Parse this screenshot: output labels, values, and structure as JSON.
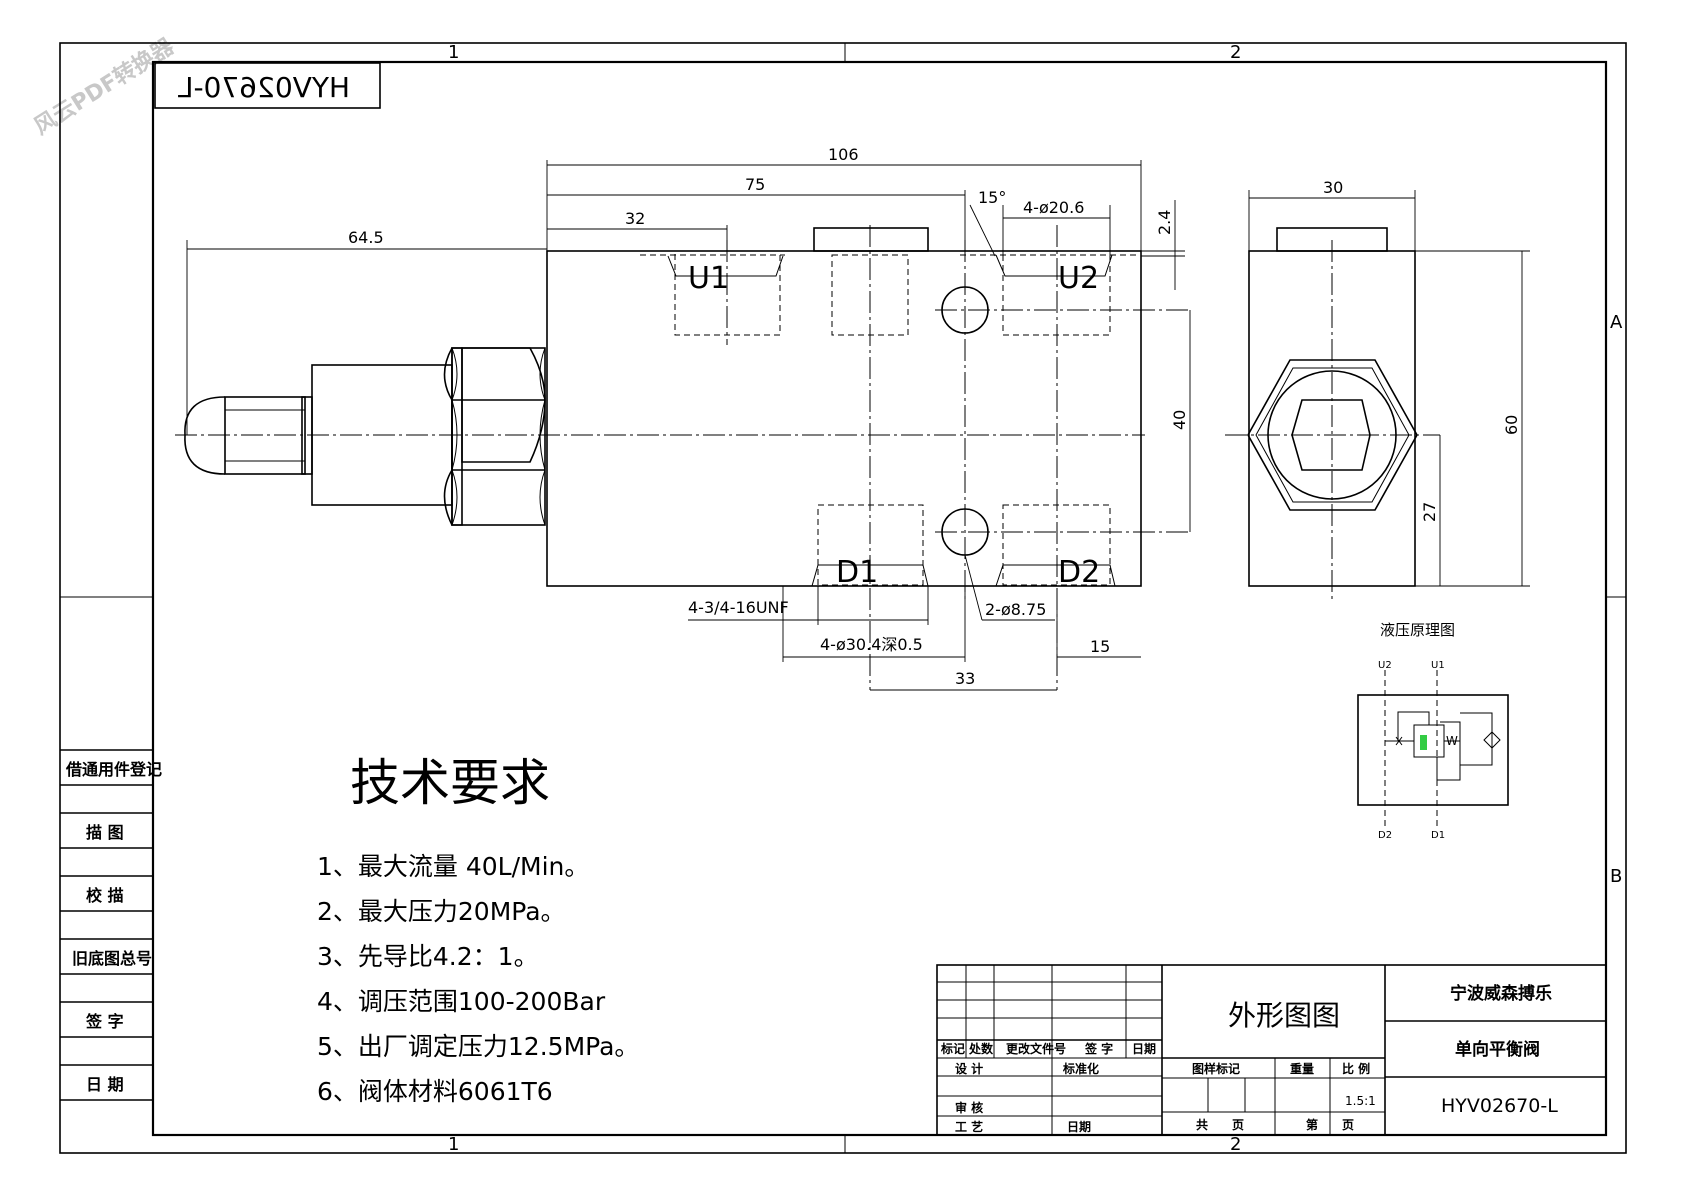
{
  "watermark": "风云PDF转换器",
  "drawing_number_mirrored": "HYV02670-L",
  "zones": {
    "columns": [
      "1",
      "2"
    ],
    "rows": [
      "A",
      "B"
    ]
  },
  "dimensions": {
    "d106": "106",
    "d75": "75",
    "d32": "32",
    "d64_5": "64.5",
    "d15deg": "15°",
    "d4_phi20_6": "4-ø20.6",
    "d2_4": "2.4",
    "d40": "40",
    "d30": "30",
    "d60": "60",
    "d27": "27",
    "d4_unf": "4-3/4-16UNF",
    "d2_phi8_75": "2-ø8.75",
    "d4_phi30_4": "4-ø30.4深0.5",
    "d15": "15",
    "d33": "33"
  },
  "ports": {
    "u1": "U1",
    "u2": "U2",
    "d1": "D1",
    "d2": "D2"
  },
  "schematic": {
    "title": "液压原理图",
    "u2": "U2",
    "u1": "U1",
    "d2": "D2",
    "d1": "D1",
    "spring_label": "W"
  },
  "requirements": {
    "title": "技术要求",
    "items": [
      "1、最大流量 40L/Min。",
      "2、最大压力20MPa。",
      "3、先导比4.2：1。",
      "4、调压范围100-200Bar",
      "5、出厂调定压力12.5MPa。",
      "6、阀体材料6061T6"
    ]
  },
  "side_table": {
    "rows": [
      "借通用件登记",
      "描 图",
      "校 描",
      "旧底图总号",
      "签 字",
      "日 期"
    ]
  },
  "title_block": {
    "headers": [
      "标记",
      "处数",
      "更改文件号",
      "签 字",
      "日期"
    ],
    "design": "设 计",
    "standardization": "标准化",
    "review": "审 核",
    "process": "工 艺",
    "date": "日期",
    "drawing_type": "外形图图",
    "drawing_mark": "图样标记",
    "weight": "重量",
    "scale_label": "比 例",
    "scale": "1.5:1",
    "total": "共",
    "sheet_word": "页",
    "sheet": "第",
    "sheet_word2": "页",
    "company": "宁波威森搏乐",
    "part_name": "单向平衡阀",
    "part_number": "HYV02670-L"
  }
}
